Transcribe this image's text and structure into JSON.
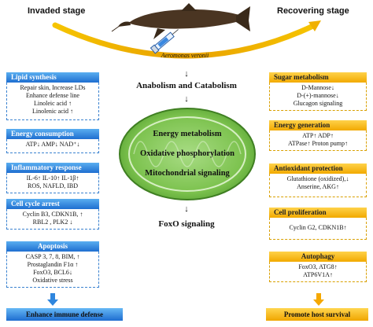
{
  "stages": {
    "invaded": "Invaded stage",
    "recovering": "Recovering stage"
  },
  "pathogen": "Aeromonas veronii",
  "center": {
    "anabolism": "Anabolism and Catabolism",
    "mito_lines": [
      "Energy metabolism",
      "Oxidative phosphorylation",
      "Mitochondrial signaling"
    ],
    "foxo": "FoxO signaling",
    "down_arrow": "↓"
  },
  "left_panels": [
    {
      "title": "Lipid synthesis",
      "lines": [
        "Repair skin, Increase LDs",
        "Enhance defense line",
        "Linoleic acid ↑",
        "Linolenic acid ↑"
      ]
    },
    {
      "title": "Energy consumption",
      "lines": [
        "ATP↓ AMP↓ NAD⁺↓"
      ]
    },
    {
      "title": "Inflammatory response",
      "lines": [
        "IL-6↑ IL-10↑ IL-1β↑",
        "ROS, NAFLD, IBD"
      ]
    },
    {
      "title": "Cell cycle arrest",
      "lines": [
        "Cyclin B3, CDKN1B, ↑",
        "RBL2 , PLK2 ↓"
      ]
    },
    {
      "title": "Apoptosis",
      "lines": [
        "CASP 3, 7, 8, BIM, ↑",
        "Prostaglandin F1α ↑",
        "FoxO3, BCL6↓",
        "Oxidative stress"
      ]
    }
  ],
  "right_panels": [
    {
      "title": "Sugar metabolism",
      "lines": [
        "D-Mannose↓",
        "D-(+)-mannose↓",
        "Glucagon signaling"
      ]
    },
    {
      "title": "Energy generation",
      "lines": [
        "ATP↑ ADP↑",
        "ATPase↑ Proton pump↑"
      ]
    },
    {
      "title": "Antioxidant protection",
      "lines": [
        "Glutathione (oxidized),↓",
        "Anserine, AKG↑"
      ]
    },
    {
      "title": "Cell proliferation",
      "lines": [
        "Cyclin G2, CDKN1B↑"
      ]
    },
    {
      "title": "Autophagy",
      "lines": [
        "FoxO3, ATG8↑",
        "ATP6V1A↑"
      ]
    }
  ],
  "outcomes": {
    "left": "Enhance immune defense",
    "right": "Promote host survival"
  },
  "colors": {
    "blue": "#1f6fd0",
    "gold": "#f2a900",
    "mito_green": "#6ab23e",
    "arc": "#f5b800"
  }
}
